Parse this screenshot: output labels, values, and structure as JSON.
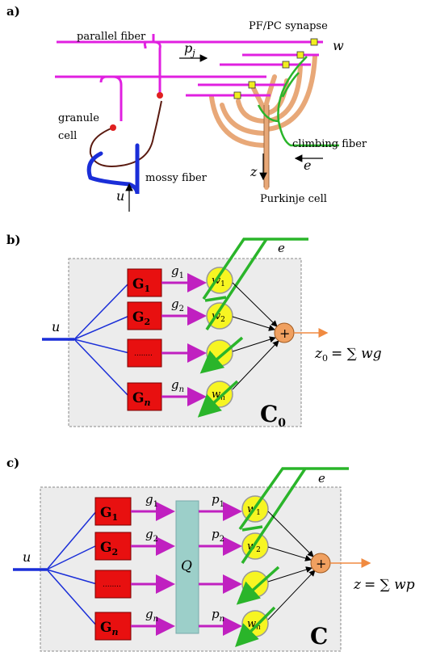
{
  "panels": {
    "a": {
      "label": "a)",
      "parallel_fiber": "parallel fiber",
      "synapse": "PF/PC synapse",
      "w": "w",
      "pj_base": "p",
      "pj_sub": "j",
      "granule1": "granule",
      "granule2": "cell",
      "climbing_fiber": "climbing fiber",
      "e": "e",
      "z": "z",
      "mossy_fiber": "mossy fiber",
      "u": "u",
      "purkinje": "Purkinje cell"
    },
    "b": {
      "label": "b)",
      "e": "e",
      "u": "u",
      "box_C": "C",
      "box_C_sub": "0",
      "output_lhs": "z",
      "output_lhs_sub": "0",
      "output_rhs": "= ∑ wg",
      "plus": "+",
      "dots": "........",
      "g_base": "g",
      "g_subs": [
        "1",
        "2",
        "n"
      ],
      "G_base": "G",
      "G_subs": [
        "1",
        "2",
        "n"
      ],
      "w_base": "w",
      "w_subs": [
        "1",
        "2",
        "n"
      ]
    },
    "c": {
      "label": "c)",
      "e": "e",
      "u": "u",
      "box_C": "C",
      "Q": "Q",
      "output_lhs": "z",
      "output_rhs": "= ∑ wp",
      "plus": "+",
      "dots": "........",
      "g_base": "g",
      "g_subs": [
        "1",
        "2",
        "n"
      ],
      "p_base": "p",
      "p_subs": [
        "1",
        "2",
        "n"
      ],
      "G_base": "G",
      "G_subs": [
        "1",
        "2",
        "n"
      ],
      "w_base": "w",
      "w_subs": [
        "1",
        "2",
        "n"
      ]
    }
  },
  "colors": {
    "parallel_fiber": "#e020e0",
    "purkinje": "#e8a878",
    "climbing_fiber": "#2ab52a",
    "mossy_fiber": "#1a2ed8",
    "granule": "#5a1a10",
    "synapse": "#f2ee20",
    "G_box": "#e81010",
    "w_node": "#f7f522",
    "sum_node": "#f0a060",
    "Q_box": "#9ccfc9",
    "panel_bg": "#ececec"
  }
}
